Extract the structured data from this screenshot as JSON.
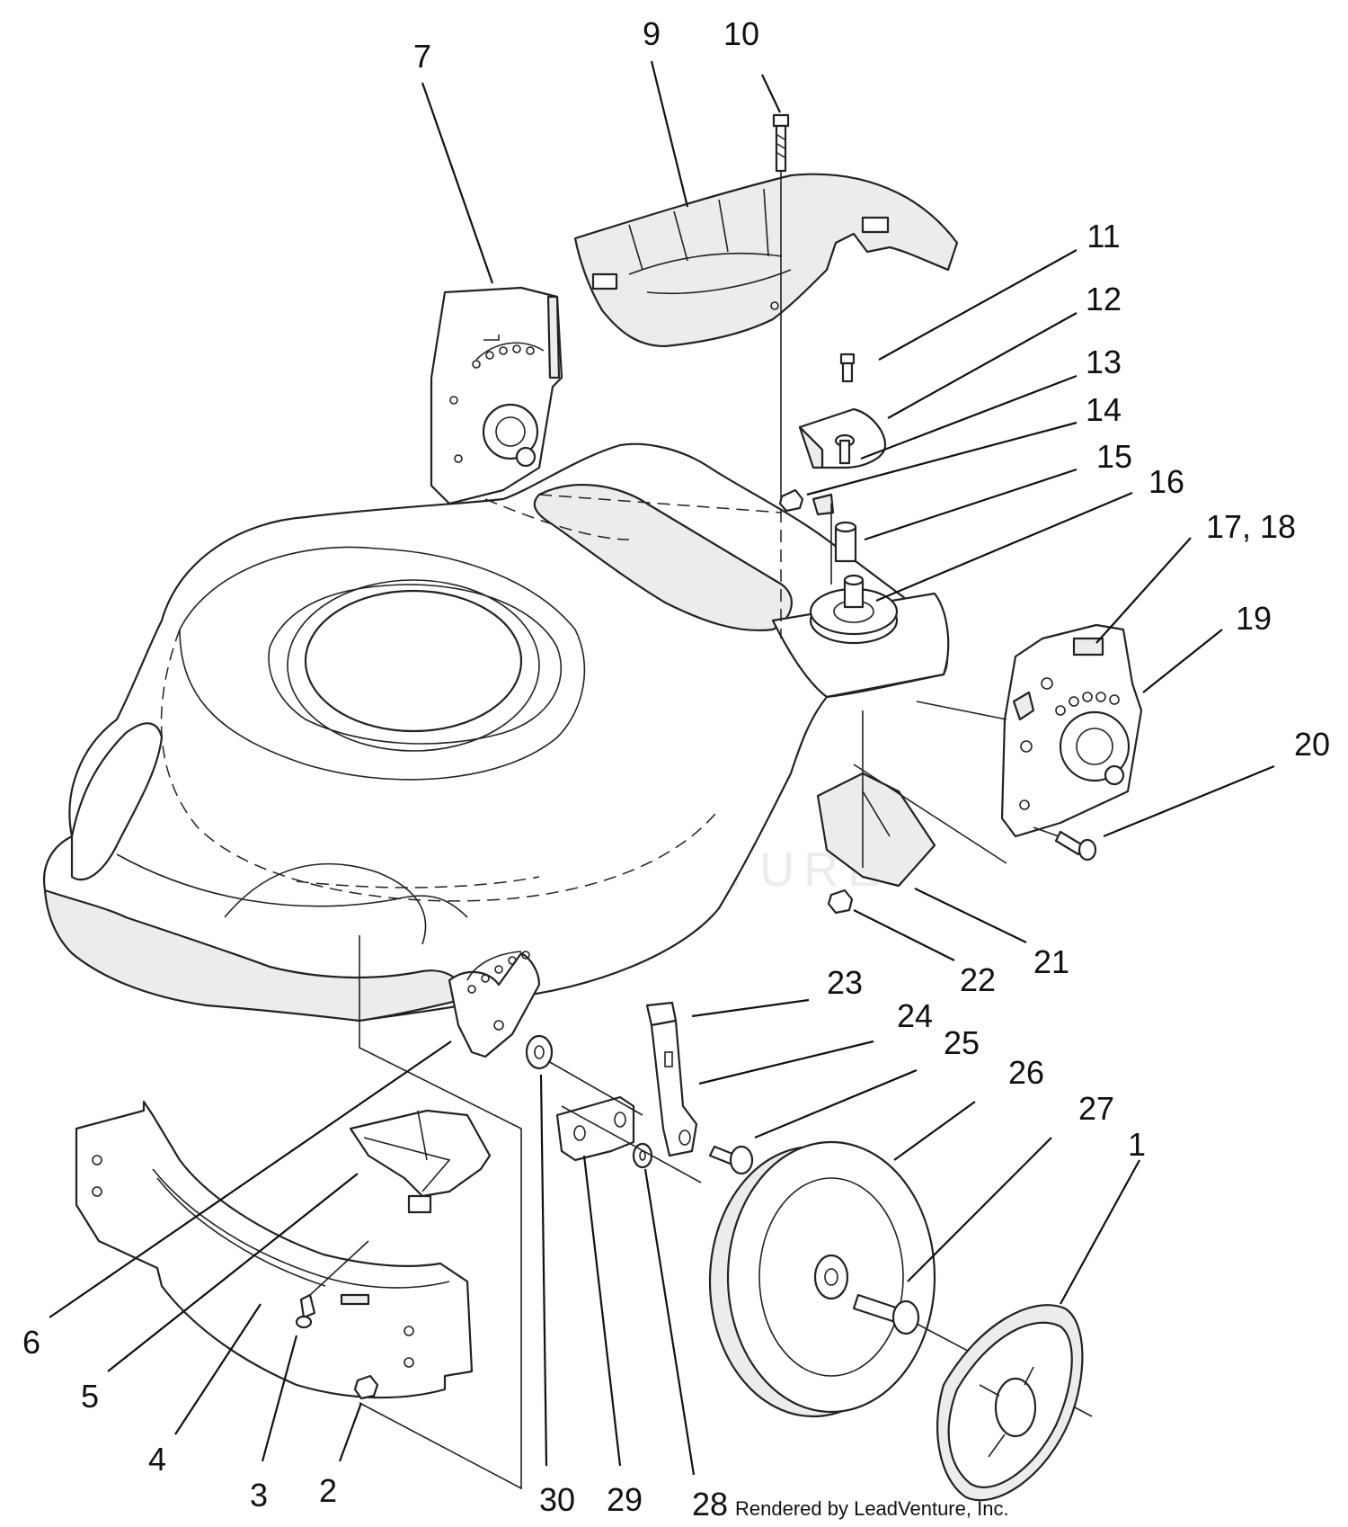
{
  "diagram": {
    "callouts": [
      "1",
      "2",
      "3",
      "4",
      "5",
      "6",
      "7",
      "9",
      "10",
      "11",
      "12",
      "13",
      "14",
      "15",
      "16",
      "17, 18",
      "19",
      "20",
      "21",
      "22",
      "23",
      "24",
      "25",
      "26",
      "27",
      "28",
      "29",
      "30"
    ],
    "watermark": "LEADVENTURE",
    "credit": "Rendered by LeadVenture, Inc.",
    "colors": {
      "line": "#222222",
      "background": "#ffffff"
    }
  }
}
